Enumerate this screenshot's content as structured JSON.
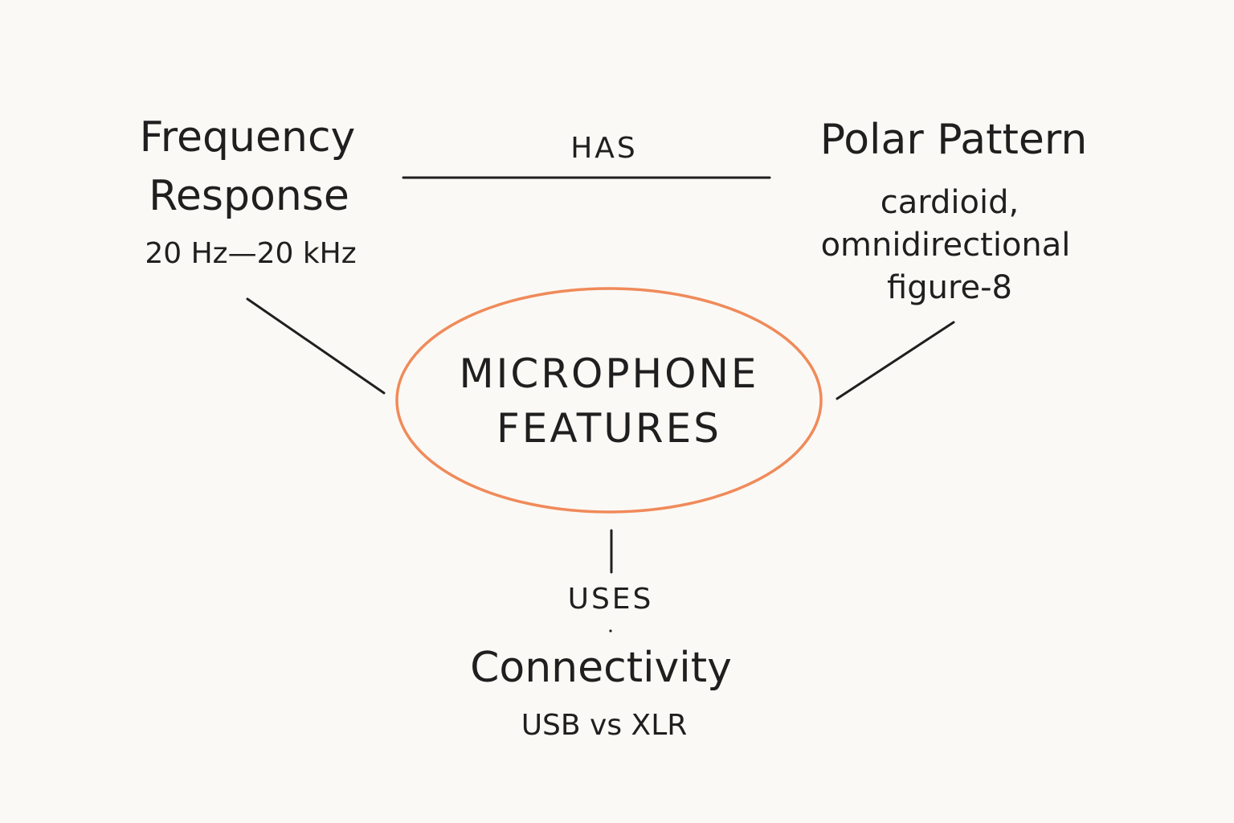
{
  "center": {
    "line1": "MICROPHONE",
    "line2": "FEATURES"
  },
  "frequency": {
    "title_line1": "Frequency",
    "title_line2": "Response",
    "detail": "20 Hz—20 kHz"
  },
  "polar": {
    "title": "Polar Pattern",
    "detail_line1": "cardioid,",
    "detail_line2": "omnidirectional",
    "detail_line3": "figure-8"
  },
  "connectivity": {
    "title": "Connectivity",
    "detail": "USB vs XLR"
  },
  "relations": {
    "has": "HAS",
    "uses": "USES"
  },
  "colors": {
    "background": "#fbf9f5",
    "ink": "#1f1f1f",
    "accent": "#f08a5a"
  }
}
